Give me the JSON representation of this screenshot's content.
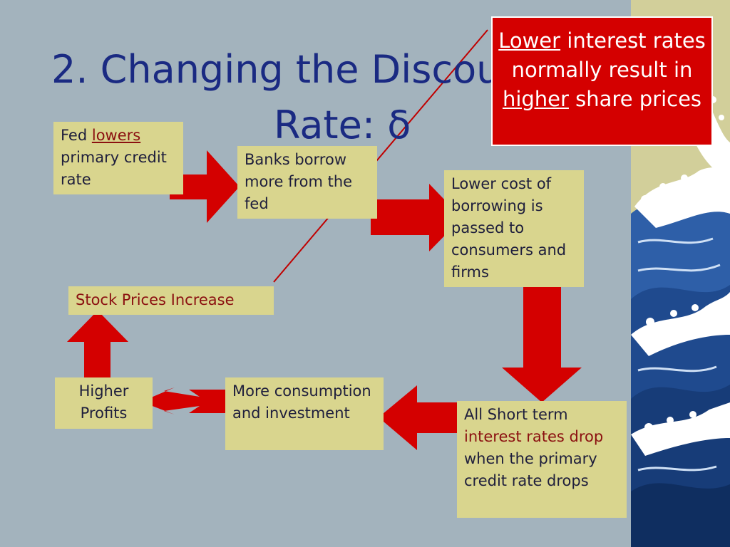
{
  "slide": {
    "title_line1": "2.  Changing the Discount",
    "title_line2_text": "Rate: ",
    "title_line2_symbol": "δ"
  },
  "callout": {
    "w1": "Lower",
    "w2": " interest rates normally result in ",
    "w3": "higher",
    "w4": " share prices"
  },
  "boxes": {
    "fed": {
      "p1": "Fed ",
      "p2": "lowers",
      "p3": " primary credit rate"
    },
    "banks": {
      "text": "Banks borrow more from the fed"
    },
    "cost": {
      "text": "Lower cost of borrowing is passed to consumers and firms"
    },
    "short": {
      "p1": "All Short term ",
      "p2": "interest rates drop",
      "p3": " when the primary credit rate drops"
    },
    "more": {
      "text": "More consumption and investment"
    },
    "profits": {
      "text": "Higher Profits"
    },
    "stock": {
      "text": "Stock Prices Increase"
    }
  },
  "colors": {
    "background": "#a3b3bd",
    "title": "#1a2a82",
    "box_fill": "#d9d58e",
    "arrow_red": "#d40000",
    "callout_red": "#d40000",
    "emphasis_red": "#8b1010"
  }
}
